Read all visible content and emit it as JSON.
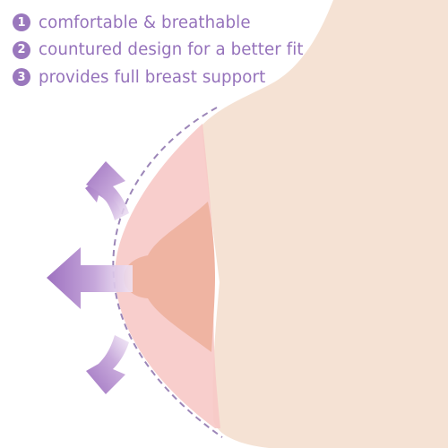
{
  "features": [
    {
      "number": "1",
      "text": "comfortable & breathable"
    },
    {
      "number": "2",
      "text": "countured design for a better fit"
    },
    {
      "number": "3",
      "text": "provides full breast support"
    }
  ],
  "colors": {
    "text": "#9572bb",
    "badge": "#9a78bd",
    "skin": "#f5e2d4",
    "pad": "#f7c9c6",
    "pad_inner": "#efb4a2",
    "arrow": "#a57dc3",
    "dash": "#9c86b8"
  },
  "icons": [
    "number-badge-icon",
    "outward-arrow-icon"
  ]
}
